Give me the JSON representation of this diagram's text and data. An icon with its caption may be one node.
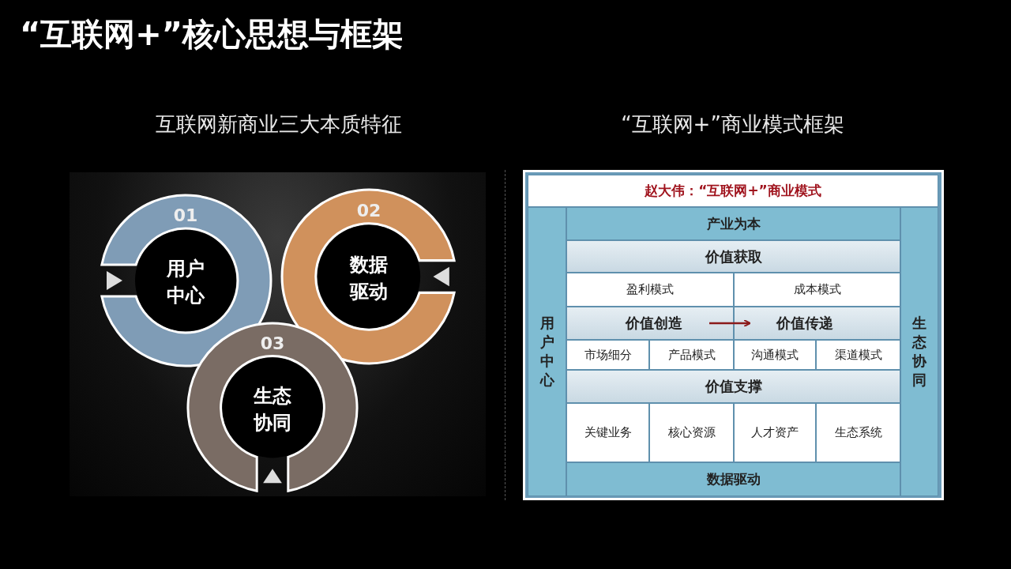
{
  "diagram": {
    "title": "“互联网+”核心思想与框架",
    "nodes": [
      {
        "text": [
          "互联网新商业三大本质特征"
        ]
      },
      {
        "text": [
          "01",
          "用户中心"
        ],
        "in": 0
      },
      {
        "text": [
          "02",
          "数据驱动"
        ],
        "in": 0
      },
      {
        "text": [
          "03",
          "生态协同"
        ],
        "in": 0
      },
      {
        "text": [
          "“互联网+”商业模式框架"
        ]
      },
      {
        "text": [
          "赵大伟：“互联网+”商业模式"
        ],
        "in": 4
      },
      {
        "text": [
          "用户中心"
        ],
        "in": 4
      },
      {
        "text": [
          "产业为本"
        ],
        "in": 4
      },
      {
        "text": [
          "价值获取"
        ],
        "in": 4
      },
      {
        "text": [
          "盈利模式"
        ],
        "in": 4
      },
      {
        "text": [
          "成本模式"
        ],
        "in": 4
      },
      {
        "text": [],
        "shape": "bar",
        "in": 4
      },
      {
        "text": [
          "价值创造"
        ],
        "in": 11
      },
      {
        "text": [
          "价值传递"
        ],
        "in": 11
      },
      {
        "text": [
          "市场细分"
        ],
        "in": 4
      },
      {
        "text": [
          "产品模式"
        ],
        "in": 4
      },
      {
        "text": [
          "沟通模式"
        ],
        "in": 4
      },
      {
        "text": [
          "渠道模式"
        ],
        "in": 4
      },
      {
        "text": [
          "价值支撑"
        ],
        "in": 4
      },
      {
        "text": [
          "关键业务"
        ],
        "in": 4
      },
      {
        "text": [
          "核心资源"
        ],
        "in": 4
      },
      {
        "text": [
          "人才资产"
        ],
        "in": 4
      },
      {
        "text": [
          "生态系统"
        ],
        "in": 4
      },
      {
        "text": [
          "数据驱动"
        ],
        "in": 4
      },
      {
        "text": [
          "生态协同"
        ],
        "in": 4
      }
    ],
    "edges": [
      {
        "from": 12,
        "to": 13,
        "arrow": "to"
      }
    ]
  }
}
